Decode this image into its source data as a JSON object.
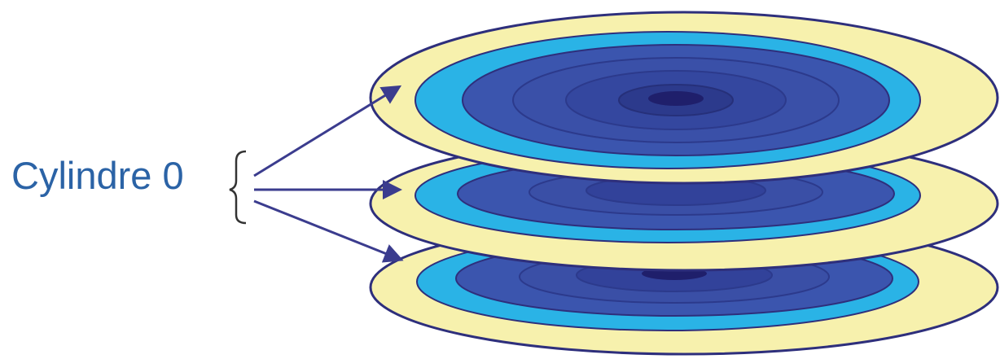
{
  "label": {
    "text": "Cylindre 0"
  },
  "colors": {
    "label_text": "#2b63a6",
    "outline": "#2e2f7c",
    "arrow": "#3b3c8e",
    "platter_rim": "#f7f1ad",
    "outer_band": "#2ab3e6",
    "track_mid": "#3b55ae",
    "track_inner": "#32429a",
    "hub": "#1f1f6b"
  },
  "platters": [
    {
      "id": "platter-top",
      "visible_depth": "full"
    },
    {
      "id": "platter-middle",
      "visible_depth": "partial"
    },
    {
      "id": "platter-bottom",
      "visible_depth": "partial"
    }
  ]
}
